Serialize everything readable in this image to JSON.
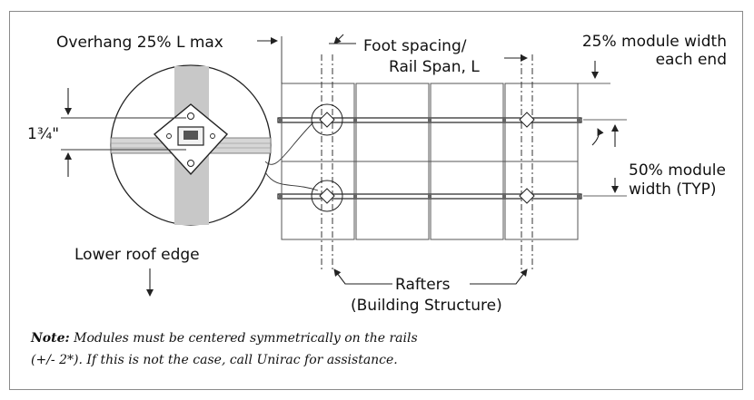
{
  "labels": {
    "overhang": "Overhang 25% L max",
    "foot_spacing_1": "Foot spacing/",
    "foot_spacing_2": "Rail Span, L",
    "module_width_1": "25% module width",
    "module_width_2": "each end",
    "dimension": "1¾\"",
    "half_module_1": "50% module",
    "half_module_2": "width (TYP)",
    "lower_roof": "Lower roof edge",
    "rafters_1": "Rafters",
    "rafters_2": "(Building Structure)"
  },
  "note": {
    "prefix": "Note:",
    "line1": " Modules must be centered symmetrically on the rails",
    "line2": "(+/- 2*). If this is not the case, call Unirac for assistance."
  }
}
